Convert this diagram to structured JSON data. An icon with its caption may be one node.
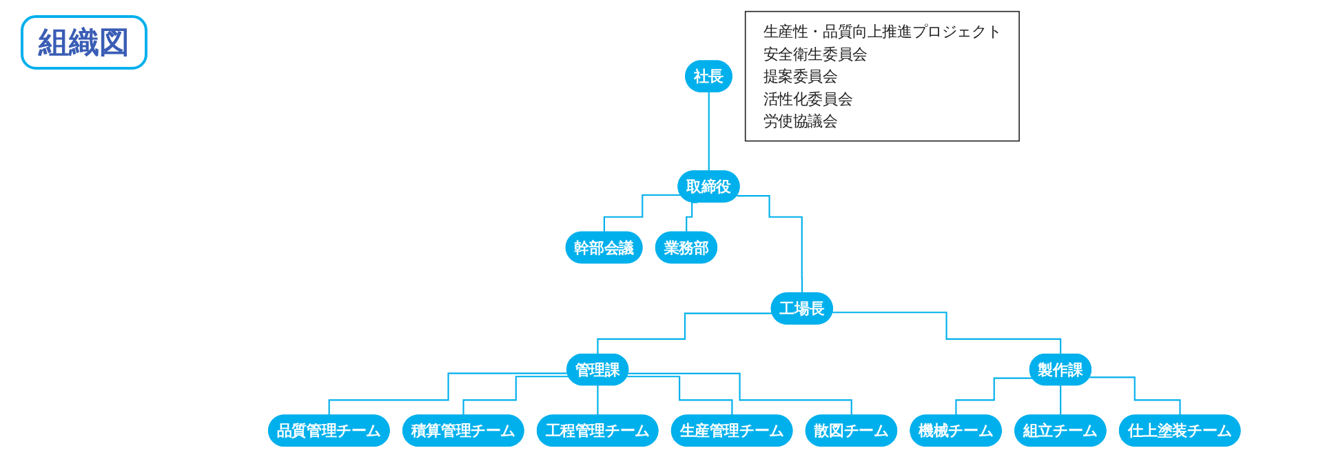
{
  "diagram": {
    "title": "組織図",
    "nodes": [
      {
        "text": [
          "社長"
        ]
      },
      {
        "text": [
          "取締役"
        ]
      },
      {
        "text": [
          "幹部会議"
        ]
      },
      {
        "text": [
          "業務部"
        ]
      },
      {
        "text": [
          "工場長"
        ]
      },
      {
        "text": [
          "管理課"
        ]
      },
      {
        "text": [
          "製作課"
        ]
      },
      {
        "text": [
          "品質管理チーム"
        ]
      },
      {
        "text": [
          "積算管理チーム"
        ]
      },
      {
        "text": [
          "工程管理チーム"
        ]
      },
      {
        "text": [
          "生産管理チーム"
        ]
      },
      {
        "text": [
          "散図チーム"
        ]
      },
      {
        "text": [
          "機械チーム"
        ]
      },
      {
        "text": [
          "組立チーム"
        ]
      },
      {
        "text": [
          "仕上塗装チーム"
        ]
      },
      {
        "text": [
          "生産性・品質向上推進プロジェクト",
          "安全衛生委員会",
          "提案委員会",
          "活性化委員会",
          "労使協議会"
        ]
      }
    ],
    "edges": [
      {
        "from": 0,
        "to": 1,
        "arrow": "none"
      },
      {
        "from": 1,
        "to": 2,
        "arrow": "none"
      },
      {
        "from": 1,
        "to": 3,
        "arrow": "none"
      },
      {
        "from": 1,
        "to": 4,
        "arrow": "none"
      },
      {
        "from": 4,
        "to": 5,
        "arrow": "none"
      },
      {
        "from": 4,
        "to": 6,
        "arrow": "none"
      },
      {
        "from": 5,
        "to": 7,
        "arrow": "none"
      },
      {
        "from": 5,
        "to": 8,
        "arrow": "none"
      },
      {
        "from": 5,
        "to": 9,
        "arrow": "none"
      },
      {
        "from": 5,
        "to": 10,
        "arrow": "none"
      },
      {
        "from": 5,
        "to": 11,
        "arrow": "none"
      },
      {
        "from": 6,
        "to": 12,
        "arrow": "none"
      },
      {
        "from": 6,
        "to": 13,
        "arrow": "none"
      },
      {
        "from": 6,
        "to": 14,
        "arrow": "none"
      }
    ]
  }
}
